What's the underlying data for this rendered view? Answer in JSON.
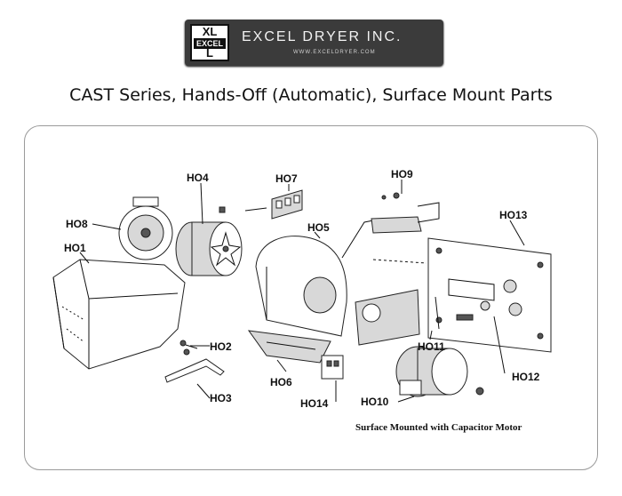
{
  "logo": {
    "brand_name": "EXCEL DRYER INC.",
    "mark_top": "XL",
    "mark_bar": "EXCEL",
    "mark_bottom": "L",
    "url": "WWW.EXCELDRYER.COM"
  },
  "title": "CAST Series, Hands-Off (Automatic), Surface Mount Parts",
  "diagram": {
    "caption": "Surface Mounted with Capacitor Motor",
    "parts": {
      "HO1": "HO1",
      "HO2": "HO2",
      "HO3": "HO3",
      "HO4": "HO4",
      "HO5": "HO5",
      "HO6": "HO6",
      "HO7": "HO7",
      "HO8": "HO8",
      "HO9": "HO9",
      "HO10": "HO10",
      "HO11": "HO11",
      "HO12": "HO12",
      "HO13": "HO13",
      "HO14": "HO14"
    }
  },
  "colors": {
    "logo_bg": "#3b3b3b",
    "frame_border": "#9a9a9a",
    "line": "#111111"
  }
}
